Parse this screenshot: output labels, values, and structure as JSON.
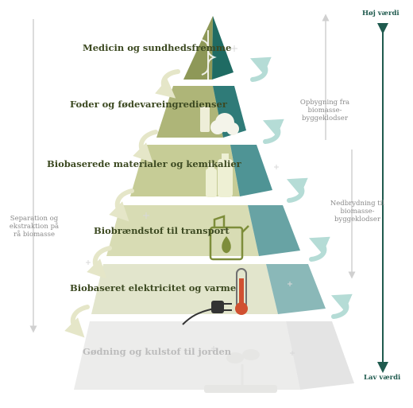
{
  "tiers": [
    {
      "label": "Medicin og sundhedsfremme"
    },
    {
      "label": "Foder og fødevareingredienser"
    },
    {
      "label": "Biobaserede materialer og kemikalier"
    },
    {
      "label": "Biobrændstof til transport"
    },
    {
      "label": "Biobaseret elektricitet og varme"
    },
    {
      "label": "Gødning og kulstof til jorden"
    }
  ],
  "left_annotation": "Separation og ekstraktion på rå biomasse",
  "right_annotations": {
    "upper": "Opbygning fra biomasse-byggeklodser",
    "lower": "Nedbrydning til biomasse-byggeklodser"
  },
  "value_axis": {
    "top": "Høj værdi",
    "bottom": "Lav værdi"
  },
  "colors": {
    "accent": "#1f5a4e",
    "arrow": "#b5dcd6",
    "text": "#3d4a22"
  }
}
